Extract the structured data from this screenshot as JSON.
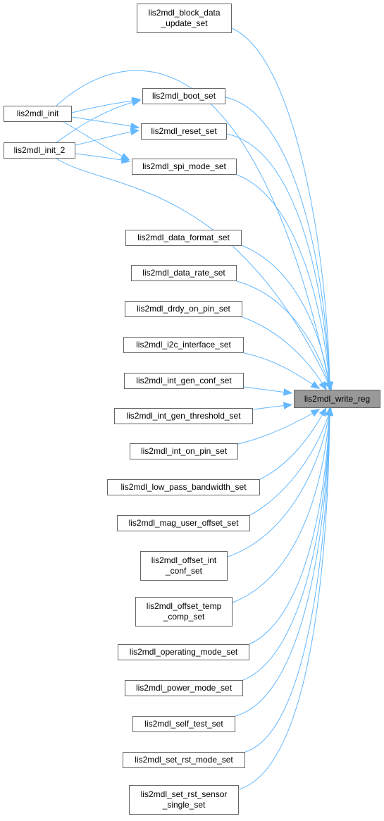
{
  "graph": {
    "target": {
      "key": "write_reg",
      "label": "lis2mdl_write_reg"
    },
    "edge_color": "#63b8ff",
    "node_border_color": "#666666",
    "target_fill_color": "#999999",
    "nodes": [
      {
        "key": "block_data_update_set",
        "label": "lis2mdl_block_data\n_update_set"
      },
      {
        "key": "init",
        "label": "lis2mdl_init"
      },
      {
        "key": "init_2",
        "label": "lis2mdl_init_2"
      },
      {
        "key": "boot_set",
        "label": "lis2mdl_boot_set"
      },
      {
        "key": "reset_set",
        "label": "lis2mdl_reset_set"
      },
      {
        "key": "spi_mode_set",
        "label": "lis2mdl_spi_mode_set"
      },
      {
        "key": "data_format_set",
        "label": "lis2mdl_data_format_set"
      },
      {
        "key": "data_rate_set",
        "label": "lis2mdl_data_rate_set"
      },
      {
        "key": "drdy_on_pin_set",
        "label": "lis2mdl_drdy_on_pin_set"
      },
      {
        "key": "i2c_interface_set",
        "label": "lis2mdl_i2c_interface_set"
      },
      {
        "key": "int_gen_conf_set",
        "label": "lis2mdl_int_gen_conf_set"
      },
      {
        "key": "int_gen_threshold_set",
        "label": "lis2mdl_int_gen_threshold_set"
      },
      {
        "key": "int_on_pin_set",
        "label": "lis2mdl_int_on_pin_set"
      },
      {
        "key": "low_pass_bandwidth_set",
        "label": "lis2mdl_low_pass_bandwidth_set"
      },
      {
        "key": "mag_user_offset_set",
        "label": "lis2mdl_mag_user_offset_set"
      },
      {
        "key": "offset_int_conf_set",
        "label": "lis2mdl_offset_int\n_conf_set"
      },
      {
        "key": "offset_temp_comp_set",
        "label": "lis2mdl_offset_temp\n_comp_set"
      },
      {
        "key": "operating_mode_set",
        "label": "lis2mdl_operating_mode_set"
      },
      {
        "key": "power_mode_set",
        "label": "lis2mdl_power_mode_set"
      },
      {
        "key": "self_test_set",
        "label": "lis2mdl_self_test_set"
      },
      {
        "key": "set_rst_mode_set",
        "label": "lis2mdl_set_rst_mode_set"
      },
      {
        "key": "set_rst_sensor_single_set",
        "label": "lis2mdl_set_rst_sensor\n_single_set"
      }
    ],
    "edges": [
      {
        "from": "block_data_update_set",
        "to": "write_reg"
      },
      {
        "from": "init",
        "to": "write_reg"
      },
      {
        "from": "init",
        "to": "boot_set"
      },
      {
        "from": "init",
        "to": "reset_set"
      },
      {
        "from": "init",
        "to": "spi_mode_set"
      },
      {
        "from": "init_2",
        "to": "write_reg"
      },
      {
        "from": "init_2",
        "to": "boot_set"
      },
      {
        "from": "init_2",
        "to": "reset_set"
      },
      {
        "from": "init_2",
        "to": "spi_mode_set"
      },
      {
        "from": "boot_set",
        "to": "write_reg"
      },
      {
        "from": "reset_set",
        "to": "write_reg"
      },
      {
        "from": "spi_mode_set",
        "to": "write_reg"
      },
      {
        "from": "data_format_set",
        "to": "write_reg"
      },
      {
        "from": "data_rate_set",
        "to": "write_reg"
      },
      {
        "from": "drdy_on_pin_set",
        "to": "write_reg"
      },
      {
        "from": "i2c_interface_set",
        "to": "write_reg"
      },
      {
        "from": "int_gen_conf_set",
        "to": "write_reg"
      },
      {
        "from": "int_gen_threshold_set",
        "to": "write_reg"
      },
      {
        "from": "int_on_pin_set",
        "to": "write_reg"
      },
      {
        "from": "low_pass_bandwidth_set",
        "to": "write_reg"
      },
      {
        "from": "mag_user_offset_set",
        "to": "write_reg"
      },
      {
        "from": "offset_int_conf_set",
        "to": "write_reg"
      },
      {
        "from": "offset_temp_comp_set",
        "to": "write_reg"
      },
      {
        "from": "operating_mode_set",
        "to": "write_reg"
      },
      {
        "from": "power_mode_set",
        "to": "write_reg"
      },
      {
        "from": "self_test_set",
        "to": "write_reg"
      },
      {
        "from": "set_rst_mode_set",
        "to": "write_reg"
      },
      {
        "from": "set_rst_sensor_single_set",
        "to": "write_reg"
      }
    ]
  }
}
